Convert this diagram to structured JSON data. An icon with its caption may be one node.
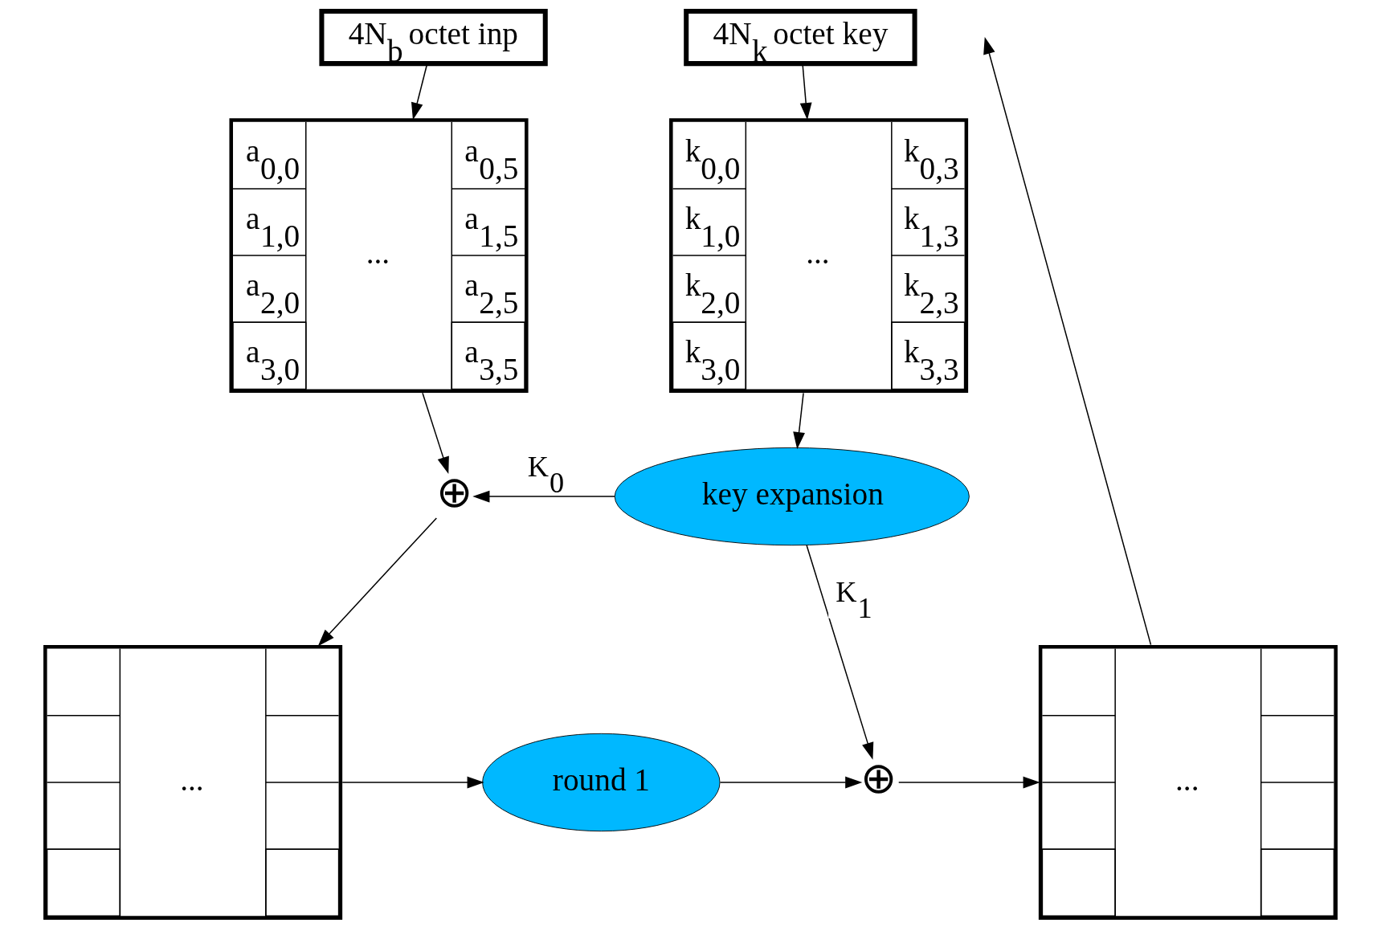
{
  "diagram": {
    "nodes": [
      {
        "text": [
          "4N$_{b}$ octet inp"
        ]
      },
      {
        "text": [
          "a$_{0,0}$",
          "...",
          "a$_{0,5}$",
          "a$_{1,0}$",
          "a$_{1,5}$",
          "a$_{2,0}$",
          "a$_{2,5}$",
          "a$_{3,0}$",
          "a$_{3,5}$"
        ]
      },
      {
        "text": [
          "4N$_{k}$ octet key"
        ]
      },
      {
        "text": [
          "k$_{0,0}$",
          "...",
          "k$_{0,3}$",
          "k$_{1,0}$",
          "k$_{1,3}$",
          "k$_{2,0}$",
          "k$_{2,3}$",
          "k$_{3,0}$",
          "k$_{3,3}$"
        ]
      },
      {
        "text": [
          "⊕"
        ]
      },
      {
        "text": [
          "key expansion"
        ]
      },
      {
        "text": [
          "..."
        ]
      },
      {
        "text": [
          "round 1"
        ]
      },
      {
        "text": [
          "⊕"
        ]
      },
      {
        "text": [
          "..."
        ]
      }
    ],
    "edges": [
      {
        "from": 0,
        "to": 1,
        "arrow": "to"
      },
      {
        "from": 2,
        "to": 3,
        "arrow": "to"
      },
      {
        "from": 1,
        "to": 4,
        "arrow": "to"
      },
      {
        "from": 3,
        "to": 5,
        "arrow": "to"
      },
      {
        "from": 5,
        "to": 4,
        "arrow": "to",
        "label": "K$_{0}$"
      },
      {
        "from": 4,
        "to": 6,
        "arrow": "to"
      },
      {
        "from": 6,
        "to": 7,
        "arrow": "to"
      },
      {
        "from": 7,
        "to": 8,
        "arrow": "to"
      },
      {
        "from": 5,
        "to": 8,
        "arrow": "to",
        "label": "K$_{1}$"
      },
      {
        "from": 8,
        "to": 9,
        "arrow": "to"
      },
      {
        "from": 9,
        "to": null,
        "arrow": "to"
      }
    ]
  }
}
